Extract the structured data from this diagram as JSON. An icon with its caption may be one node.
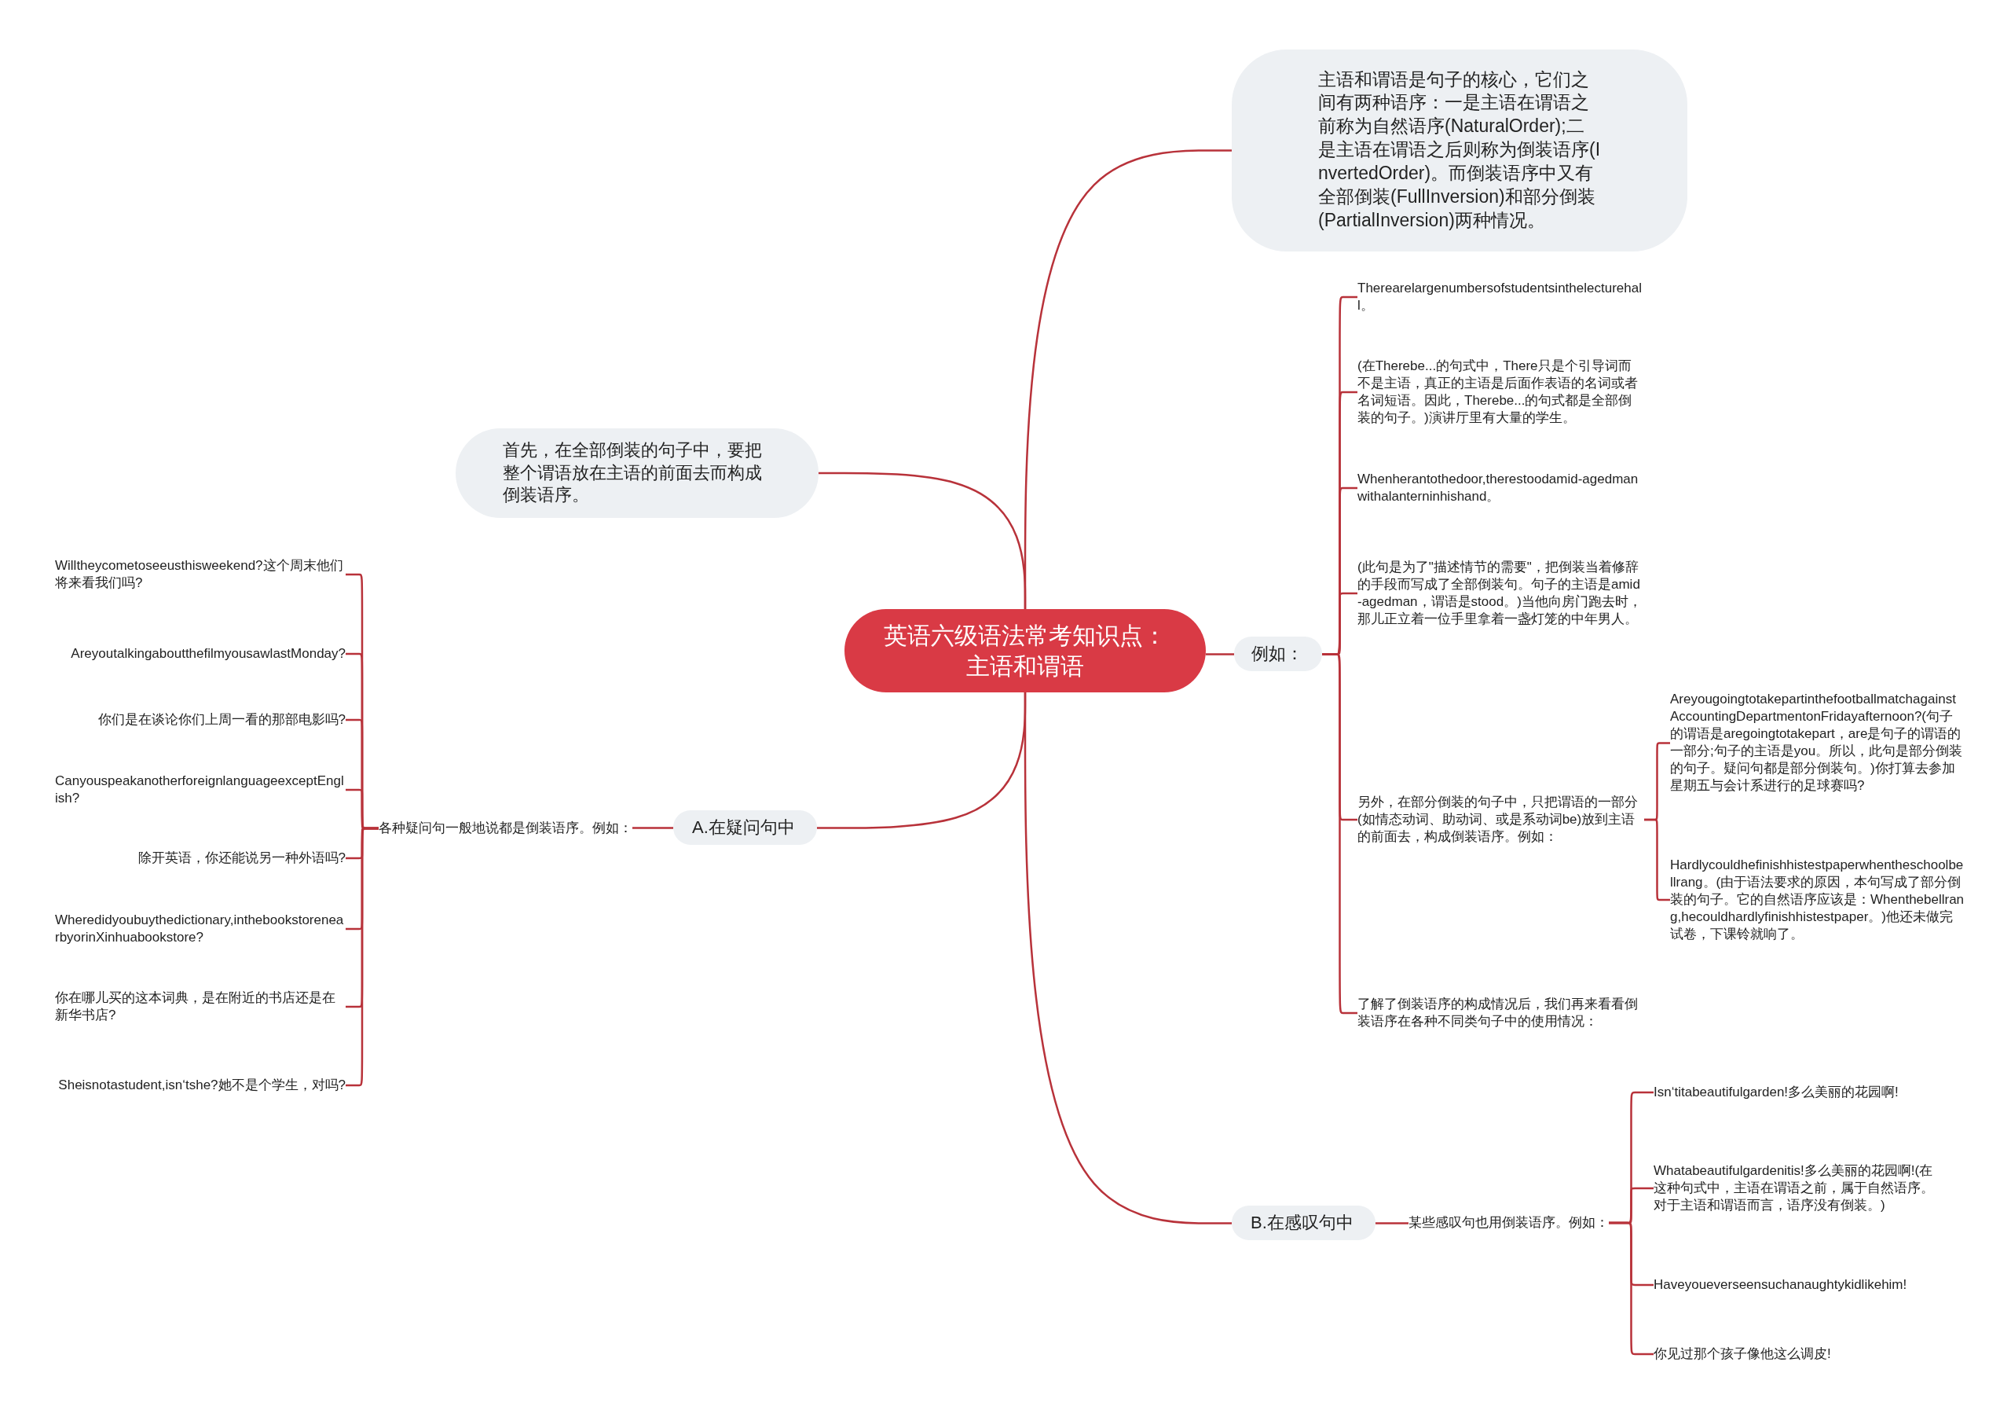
{
  "diagram": {
    "nodes": [
      {
        "text": [
          "英语六级语法常考知识点：主语和谓语"
        ]
      },
      {
        "text": [
          "主语和谓语是句子的核心，它们之间有两种语序：一是主语在谓语之前称为自然语序(NaturalOrder);二是主语在谓语之后则称为倒装语序(InvertedOrder)。而倒装语序中又有全部倒装(FullInversion)和部分倒装(PartialInversion)两种情况。"
        ]
      },
      {
        "text": [
          "首先，在全部倒装的句子中，要把整个谓语放在主语的前面去而构成倒装语序。"
        ]
      },
      {
        "text": [
          "例如："
        ]
      },
      {
        "text": [
          "Therearelargenumbersofstudentsinthelecturehall。"
        ]
      },
      {
        "text": [
          "(在Therebe...的句式中，There只是个引导词而不是主语，真正的主语是后面作表语的名词或者名词短语。因此，Therebe...的句式都是全部倒装的句子。)演讲厅里有大量的学生。"
        ]
      },
      {
        "text": [
          "Whenherantothedoor,therestoodamid-agedmanwithalanterninhishand。"
        ]
      },
      {
        "text": [
          "(此句是为了\"描述情节的需要\"，把倒装当着修辞的手段而写成了全部倒装句。句子的主语是amid-agedman，谓语是stood。)当他向房门跑去时，那儿正立着一位手里拿着一盏灯笼的中年男人。"
        ]
      },
      {
        "text": [
          "另外，在部分倒装的句子中，只把谓语的一部分(如情态动词、助动词、或是系动词be)放到主语的前面去，构成倒装语序。例如："
        ]
      },
      {
        "text": [
          "AreyougoingtotakepartinthefootballmatchagainstAccountingDepartmentonFridayafternoon?(句子的谓语是aregoingtotakepart，are是句子的谓语的一部分;句子的主语是you。所以，此句是部分倒装的句子。疑问句都是部分倒装句。)你打算去参加星期五与会计系进行的足球赛吗?"
        ]
      },
      {
        "text": [
          "Hardlycouldhefinishhistestpaperwhentheschoolbellrang。(由于语法要求的原因，本句写成了部分倒装的句子。它的自然语序应该是：Whenthebellrang,hecouldhardlyfinishhistestpaper。)他还未做完试卷，下课铃就响了。"
        ]
      },
      {
        "text": [
          "了解了倒装语序的构成情况后，我们再来看看倒装语序在各种不同类句子中的使用情况："
        ]
      },
      {
        "text": [
          "A.在疑问句中"
        ]
      },
      {
        "text": [
          "各种疑问句一般地说都是倒装语序。例如："
        ]
      },
      {
        "text": [
          "Willtheycometoseeusthisweekend?这个周末他们将来看我们吗?"
        ]
      },
      {
        "text": [
          "AreyoutalkingaboutthefilmyousawlastMonday?"
        ]
      },
      {
        "text": [
          "你们是在谈论你们上周一看的那部电影吗?"
        ]
      },
      {
        "text": [
          "CanyouspeakanotherforeignlanguageexceptEnglish?"
        ]
      },
      {
        "text": [
          "除开英语，你还能说另一种外语吗?"
        ]
      },
      {
        "text": [
          "Wheredidyoubuythedictionary,inthebookstorenearbyorinXinhuabookstore?"
        ]
      },
      {
        "text": [
          "你在哪儿买的这本词典，是在附近的书店还是在新华书店?"
        ]
      },
      {
        "text": [
          "Sheisnotastudent,isn‘tshe?她不是个学生，对吗?"
        ]
      },
      {
        "text": [
          "B.在感叹句中"
        ]
      },
      {
        "text": [
          "某些感叹句也用倒装语序。例如："
        ]
      },
      {
        "text": [
          "Isn‘titabeautifulgarden!多么美丽的花园啊!"
        ]
      },
      {
        "text": [
          "Whatabeautifulgardenitis!多么美丽的花园啊!(在这种句式中，主语在谓语之前，属于自然语序。对于主语和谓语而言，语序没有倒装。)"
        ]
      },
      {
        "text": [
          "Haveyoueverseensuchanaughtykidlikehim!"
        ]
      },
      {
        "text": [
          "你见过那个孩子像他这么调皮!"
        ]
      }
    ],
    "edges": [
      {
        "from": 0,
        "to": 1,
        "arrow": "none"
      },
      {
        "from": 0,
        "to": 2,
        "arrow": "none"
      },
      {
        "from": 0,
        "to": 3,
        "arrow": "none"
      },
      {
        "from": 3,
        "to": 4,
        "arrow": "none"
      },
      {
        "from": 3,
        "to": 5,
        "arrow": "none"
      },
      {
        "from": 3,
        "to": 6,
        "arrow": "none"
      },
      {
        "from": 3,
        "to": 7,
        "arrow": "none"
      },
      {
        "from": 3,
        "to": 8,
        "arrow": "none"
      },
      {
        "from": 8,
        "to": 9,
        "arrow": "none"
      },
      {
        "from": 8,
        "to": 10,
        "arrow": "none"
      },
      {
        "from": 3,
        "to": 11,
        "arrow": "none"
      },
      {
        "from": 0,
        "to": 12,
        "arrow": "none"
      },
      {
        "from": 12,
        "to": 13,
        "arrow": "none"
      },
      {
        "from": 13,
        "to": 14,
        "arrow": "none"
      },
      {
        "from": 13,
        "to": 15,
        "arrow": "none"
      },
      {
        "from": 13,
        "to": 16,
        "arrow": "none"
      },
      {
        "from": 13,
        "to": 17,
        "arrow": "none"
      },
      {
        "from": 13,
        "to": 18,
        "arrow": "none"
      },
      {
        "from": 13,
        "to": 19,
        "arrow": "none"
      },
      {
        "from": 13,
        "to": 20,
        "arrow": "none"
      },
      {
        "from": 13,
        "to": 21,
        "arrow": "none"
      },
      {
        "from": 0,
        "to": 22,
        "arrow": "none"
      },
      {
        "from": 22,
        "to": 23,
        "arrow": "none"
      },
      {
        "from": 23,
        "to": 24,
        "arrow": "none"
      },
      {
        "from": 23,
        "to": 25,
        "arrow": "none"
      },
      {
        "from": 23,
        "to": 26,
        "arrow": "none"
      },
      {
        "from": 23,
        "to": 27,
        "arrow": "none"
      }
    ]
  }
}
